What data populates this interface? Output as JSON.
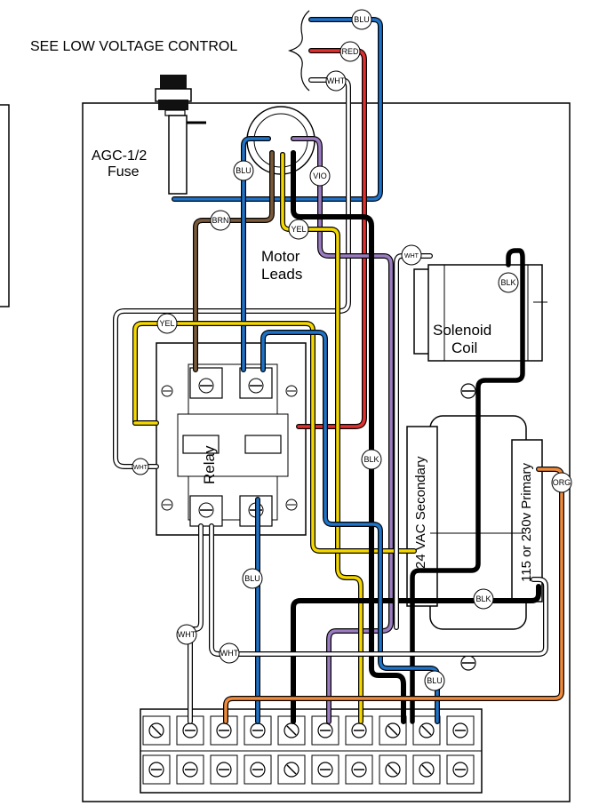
{
  "header": {
    "low_voltage_label": "SEE LOW VOLTAGE CONTROL"
  },
  "fuse": {
    "label_line1": "AGC-1/2",
    "label_line2": "Fuse"
  },
  "motor": {
    "label_line1": "Motor",
    "label_line2": "Leads"
  },
  "solenoid": {
    "label_line1": "Solenoid",
    "label_line2": "Coil"
  },
  "relay": {
    "label": "Relay"
  },
  "transformer": {
    "secondary_label": "24 VAC Secondary",
    "primary_label": "115 or 230v Primary"
  },
  "wire_tags": {
    "blu_top": "BLU",
    "red_top": "RED",
    "wht_top": "WHT",
    "blu_motor": "BLU",
    "vio": "VIO",
    "brn": "BRN",
    "yel_motor": "YEL",
    "wht_solenoid": "WHT",
    "blk_solenoid": "BLK",
    "yel_left": "YEL",
    "wht_relay": "WHT",
    "blk_mid": "BLK",
    "org": "ORG",
    "blu_relay": "BLU",
    "blk_primary": "BLK",
    "wht_lower_left": "WHT",
    "wht_lower": "WHT",
    "blu_bottom": "BLU"
  },
  "wire_colors": {
    "blue": "#1f73c8",
    "red": "#e03030",
    "white": "#ffffff",
    "black": "#000000",
    "yellow": "#f5d800",
    "brown": "#7a5a3a",
    "violet": "#9b7cc0",
    "orange": "#f08a3c"
  }
}
